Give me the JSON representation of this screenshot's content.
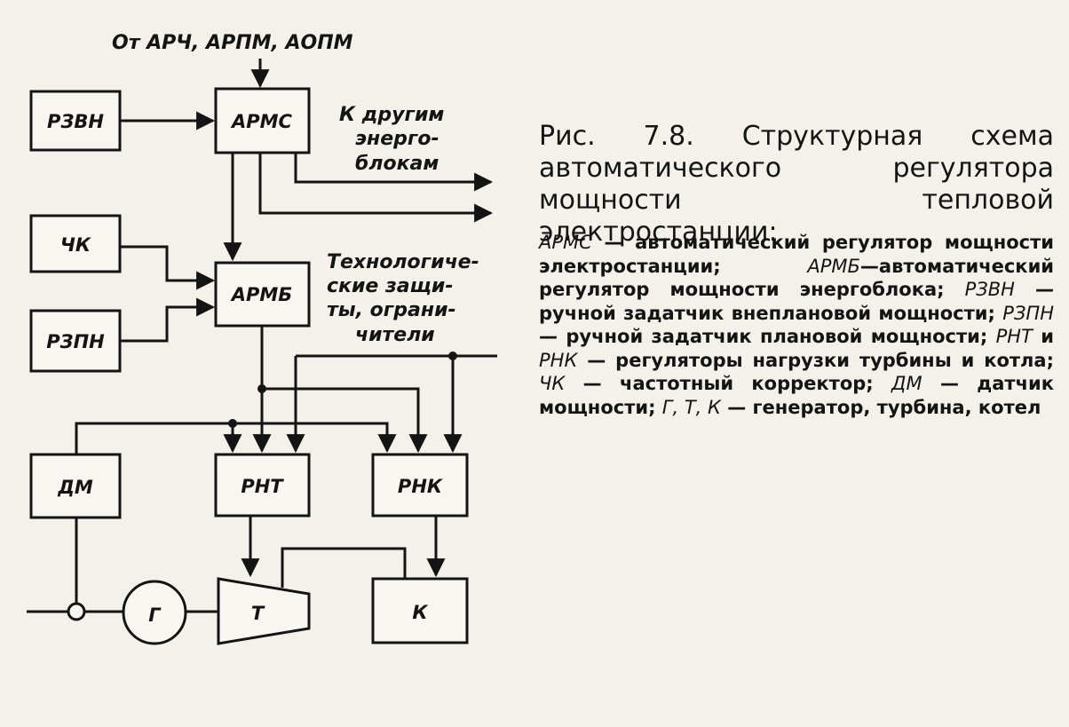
{
  "diagram": {
    "input_top": "От АРЧ, АРПМ, АОПМ",
    "to_other_units": [
      "К другим",
      "энерго-",
      "блокам"
    ],
    "tech_protections": [
      "Технологиче-",
      "ские защи-",
      "ты, ограни-",
      "чители"
    ],
    "blocks": {
      "rzvn": "РЗВН",
      "arms": "АРМС",
      "chk": "ЧК",
      "armb": "АРМБ",
      "rzpn": "РЗПН",
      "dm": "ДМ",
      "rnt": "РНТ",
      "rnk": "РНК",
      "g": "Г",
      "t": "Т",
      "k": "К"
    }
  },
  "caption": {
    "title": "Рис. 7.8. Структурная схема автоматического регулятора мощности тепловой электростанции:",
    "legend": [
      {
        "abbr": "АРМС",
        "text": " — автоматический регулятор мощности электростанции; "
      },
      {
        "abbr": "АРМБ",
        "text": "—автоматический регулятор мощности энергоблока; "
      },
      {
        "abbr": "РЗВН",
        "text": " — ручной задатчик внеплановой мощности; "
      },
      {
        "abbr": "РЗПН",
        "text": " — ручной задатчик плановой мощности; "
      },
      {
        "abbr": "РНТ",
        "text": " и "
      },
      {
        "abbr": "РНК",
        "text": " — регуляторы нагрузки турбины и котла; "
      },
      {
        "abbr": "ЧК",
        "text": " — частотный корректор; "
      },
      {
        "abbr": "ДМ",
        "text": " — датчик мощности; "
      },
      {
        "abbr": "Г, Т, К",
        "text": " — генератор, турбина, котел"
      }
    ]
  }
}
